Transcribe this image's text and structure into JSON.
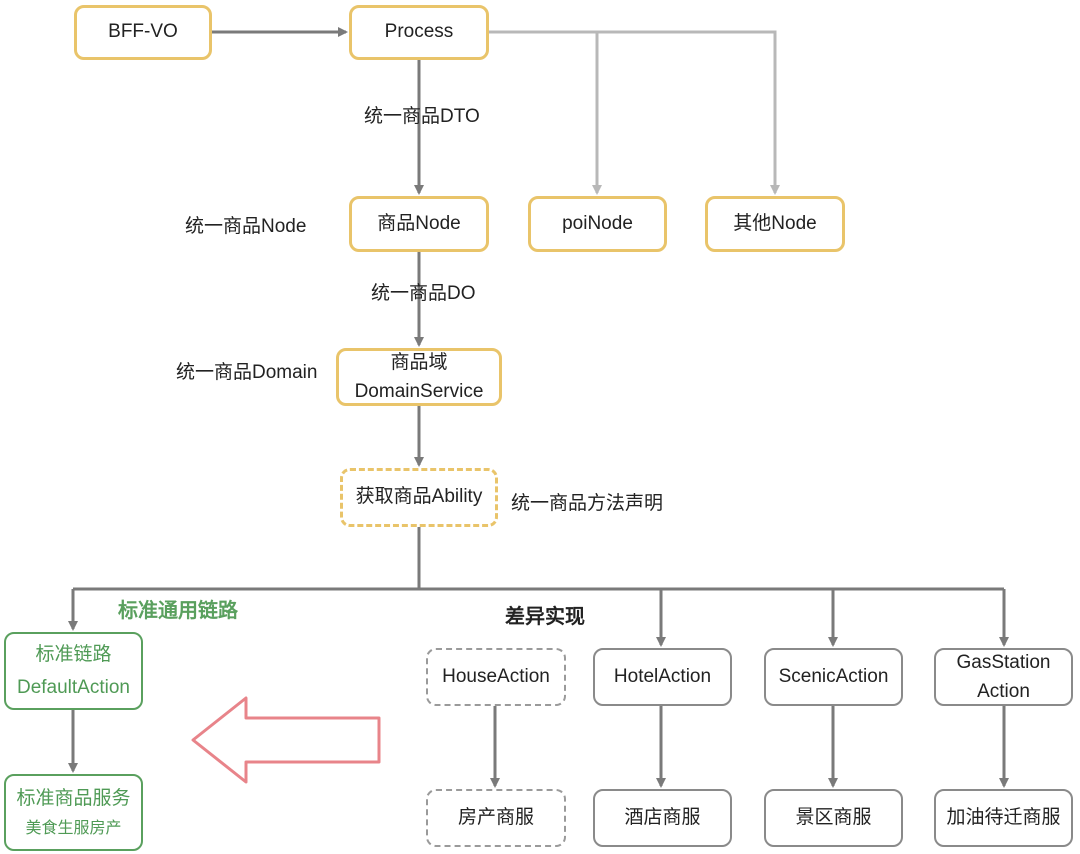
{
  "nodes": {
    "bff_vo": "BFF-VO",
    "process": "Process",
    "product_node": "商品Node",
    "poi_node": "poiNode",
    "other_node": "其他Node",
    "domain_service_line1": "商品域",
    "domain_service_line2": "DomainService",
    "get_product_ability": "获取商品Ability",
    "default_action_line1": "标准链路",
    "default_action_line2": "DefaultAction",
    "standard_service_line1": "标准商品服务",
    "standard_service_line2": "美食生服房产",
    "house_action": "HouseAction",
    "hotel_action": "HotelAction",
    "scenic_action": "ScenicAction",
    "gas_action_line1": "GasStation",
    "gas_action_line2": "Action",
    "house_service": "房产商服",
    "hotel_service": "酒店商服",
    "scenic_service": "景区商服",
    "gas_service": "加油待迁商服"
  },
  "labels": {
    "unified_dto": "统一商品DTO",
    "unified_node": "统一商品Node",
    "unified_do": "统一商品DO",
    "unified_domain": "统一商品Domain",
    "unified_method": "统一商品方法声明",
    "standard_path": "标准通用链路",
    "diff_impl": "差异实现"
  },
  "colors": {
    "yellow_border": "#e9c46a",
    "gray_border": "#8a8a8a",
    "green_border": "#5aa05e",
    "arrow_dark": "#7a7a7a",
    "arrow_light": "#b8b8b8",
    "big_arrow": "#e8848a"
  }
}
